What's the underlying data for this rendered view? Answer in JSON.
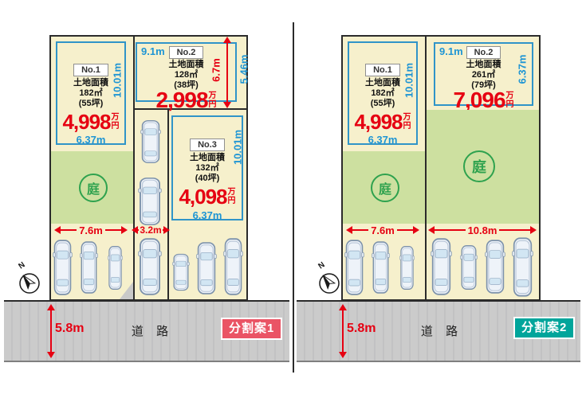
{
  "colors": {
    "accent_red": "#e60012",
    "dim_blue": "#1e95d4",
    "lot_border_blue": "#3094c8",
    "garden_green": "#cde0a0",
    "garden_stamp_green": "#2ea24e",
    "plan_beige": "#f6f0cc",
    "road_gray": "#cacaca",
    "badge1_bg": "#ea5465",
    "badge2_bg": "#00a59b"
  },
  "panels": [
    {
      "badge": "分割案1",
      "badge_color": "#ea5465",
      "road_label": "道 路",
      "road_depth": "5.8m",
      "compass": "N",
      "garden_mark": "庭",
      "dims": {
        "parking_no1": "7.6m",
        "driveway": "3.2m"
      },
      "lots": [
        {
          "no": "No.1",
          "area_title": "土地面積",
          "area": "182㎡",
          "tsubo": "(55坪)",
          "price": "4,998",
          "unit": "万円",
          "frontage": "6.37m",
          "depth": "10.01m"
        },
        {
          "no": "No.2",
          "area_title": "土地面積",
          "area": "128㎡",
          "tsubo": "(38坪)",
          "price": "2,998",
          "unit": "万円",
          "frontage": "9.1m",
          "depth_arrow": "6.7m",
          "side": "5.46m"
        },
        {
          "no": "No.3",
          "area_title": "土地面積",
          "area": "132㎡",
          "tsubo": "(40坪)",
          "price": "4,098",
          "unit": "万円",
          "frontage": "6.37m",
          "depth": "10.01m"
        }
      ]
    },
    {
      "badge": "分割案2",
      "badge_color": "#00a59b",
      "road_label": "道 路",
      "road_depth": "5.8m",
      "compass": "N",
      "garden_mark": "庭",
      "dims": {
        "parking_no1": "7.6m",
        "parking_no2": "10.8m"
      },
      "lots": [
        {
          "no": "No.1",
          "area_title": "土地面積",
          "area": "182㎡",
          "tsubo": "(55坪)",
          "price": "4,998",
          "unit": "万円",
          "frontage": "6.37m",
          "depth": "10.01m"
        },
        {
          "no": "No.2",
          "area_title": "土地面積",
          "area": "261㎡",
          "tsubo": "(79坪)",
          "price": "7,096",
          "unit": "万円",
          "frontage": "9.1m",
          "side": "6.37m"
        }
      ]
    }
  ]
}
